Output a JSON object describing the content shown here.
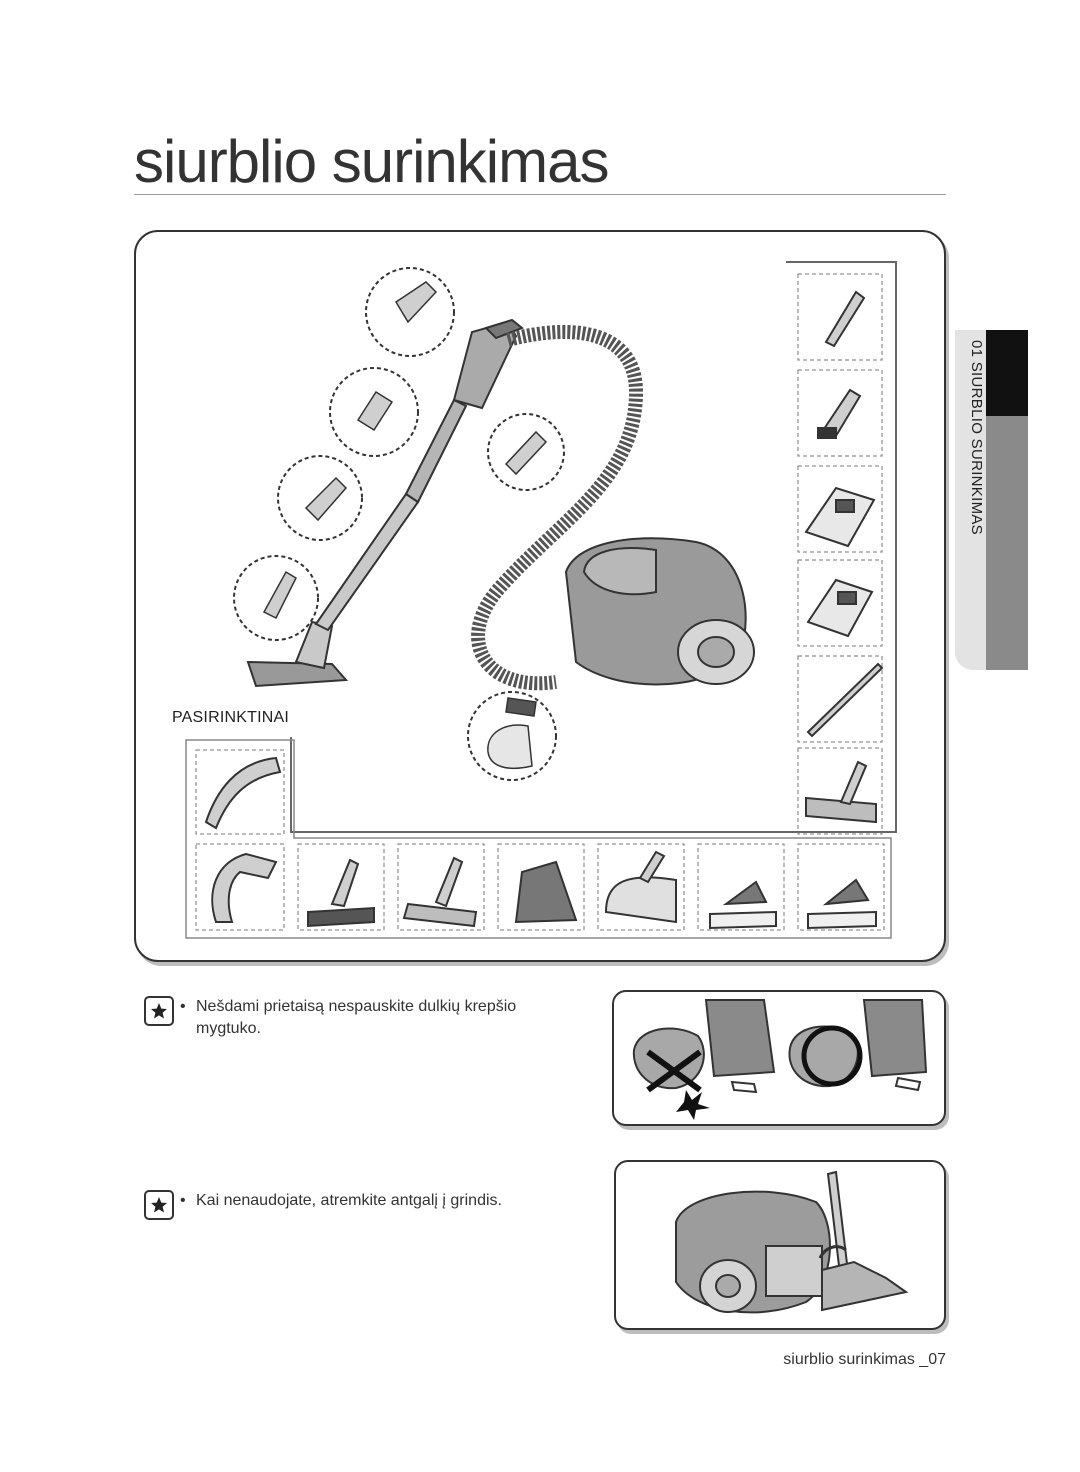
{
  "page": {
    "title": "siurblio surinkimas",
    "section_tab": "01  SIURBLIO SURINKIMAS",
    "footer": "siurblio surinkimas _07"
  },
  "figure": {
    "optional_label": "PASIRINKTINAI"
  },
  "notes": [
    {
      "bullet": "•",
      "text": "Nešdami prietaisą nespauskite dulkių krepšio mygtuko.",
      "icon": "star-icon"
    },
    {
      "bullet": "•",
      "text": "Kai nenaudojate, atremkite antgalį į grindis.",
      "icon": "star-icon"
    }
  ]
}
